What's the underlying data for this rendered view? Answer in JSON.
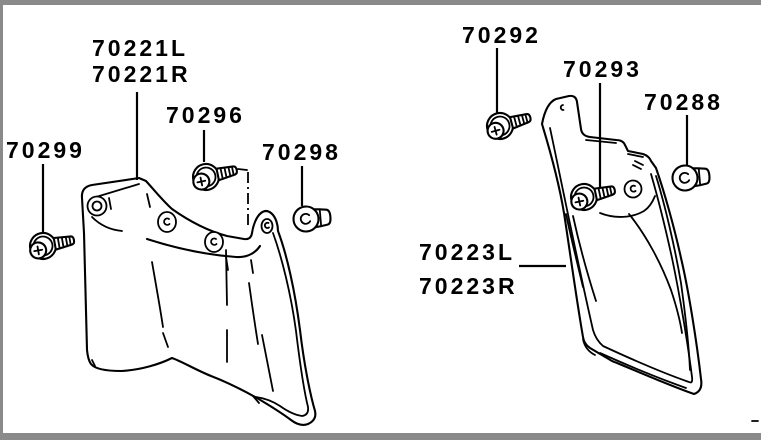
{
  "colors": {
    "line": "#000000",
    "paper": "#ffffff",
    "frame_border": "#8a8a8a"
  },
  "labels": {
    "guard_left_1": "70221L",
    "guard_left_2": "70221R",
    "bolt_70296": "70296",
    "grommet_70298": "70298",
    "bolt_70299": "70299",
    "bolt_70292": "70292",
    "bolt_70293": "70293",
    "grommet_70288": "70288",
    "guard_right_1": "70223L",
    "guard_right_2": "70223R"
  },
  "icons": {
    "left_guard": "mud-guard-icon",
    "right_guard": "mud-guard-icon",
    "bolts": "flange-bolt-icon",
    "grommets": "grommet-nut-icon"
  }
}
